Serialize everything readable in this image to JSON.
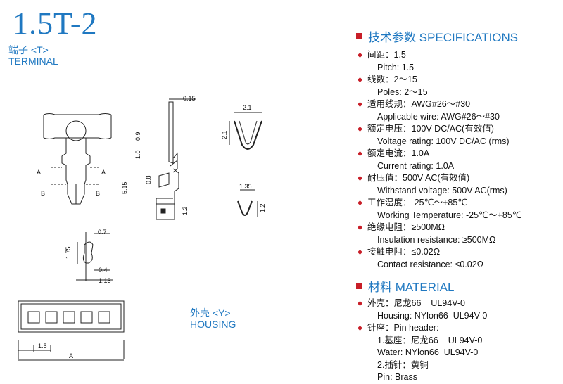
{
  "title": "1.5T-2",
  "terminal_label": {
    "cn": "端子 <T>",
    "en": "TERMINAL"
  },
  "housing_label": {
    "cn": "外壳 <Y>",
    "en": "HOUSING"
  },
  "drawing_dims": {
    "d015": "0.15",
    "d09": "0.9",
    "d10": "1.0",
    "d08": "0.8",
    "d515": "5.15",
    "d12a": "1.2",
    "d21": "2.1",
    "d21v": "2.1",
    "d135": "1.35",
    "d12b": "1.2",
    "d07": "0.7",
    "d175": "1.75",
    "d04": "0.4",
    "d113": "1.13",
    "dA1": "A",
    "dA2": "A",
    "dB1": "B",
    "dB2": "B",
    "h15": "1.5",
    "hA": "A"
  },
  "specs": {
    "header": "技术参数 SPECIFICATIONS",
    "items": [
      {
        "cn": "间距：1.5",
        "en": "Pitch: 1.5"
      },
      {
        "cn": "线数：2～15",
        "en": "Poles: 2～15"
      },
      {
        "cn": "适用线规：AWG#26～#30",
        "en": "Applicable wire: AWG#26～#30"
      },
      {
        "cn": "额定电压：100V DC/AC(有效值)",
        "en": "Voltage rating: 100V DC/AC (rms)"
      },
      {
        "cn": "额定电流：1.0A",
        "en": "Current rating: 1.0A"
      },
      {
        "cn": "耐压值：500V AC(有效值)",
        "en": "Withstand voltage: 500V AC(rms)"
      },
      {
        "cn": "工作温度：-25℃～+85℃",
        "en": "Working Temperature: -25℃～+85℃"
      },
      {
        "cn": "绝缘电阻：≥500MΩ",
        "en": "Insulation resistance: ≥500MΩ"
      },
      {
        "cn": "接触电阻：≤0.02Ω",
        "en": "Contact resistance: ≤0.02Ω"
      }
    ]
  },
  "material": {
    "header": "材料 MATERIAL",
    "lines": [
      {
        "text": "外壳：尼龙66    UL94V-0",
        "bullet": true
      },
      {
        "text": "Housing: NYlon66  UL94V-0",
        "bullet": false
      },
      {
        "text": "针座：Pin header:",
        "bullet": true
      },
      {
        "text": "1.基座：尼龙66    UL94V-0",
        "bullet": false
      },
      {
        "text": "Water: NYlon66  UL94V-0",
        "bullet": false
      },
      {
        "text": "2.插针：黄铜",
        "bullet": false
      },
      {
        "text": "Pin: Brass",
        "bullet": false
      }
    ]
  },
  "colors": {
    "accent": "#1f78c1",
    "bullet": "#c81e28"
  }
}
